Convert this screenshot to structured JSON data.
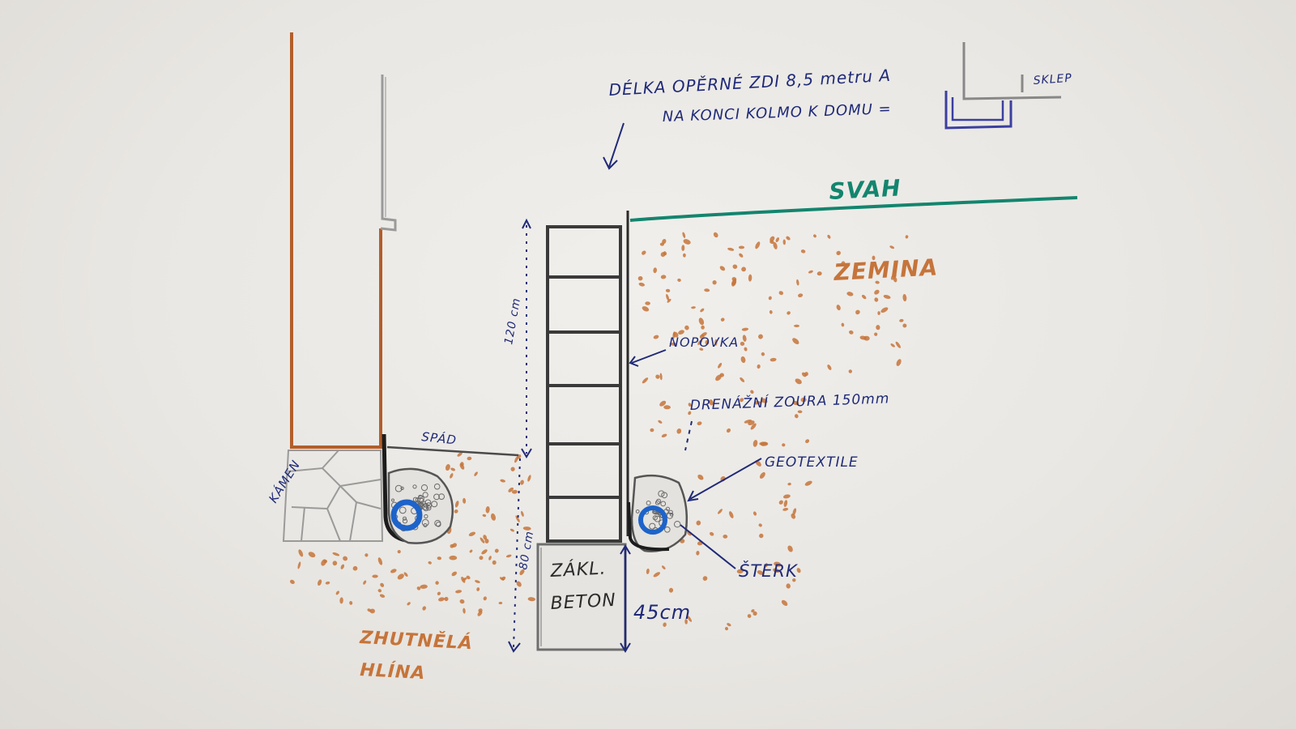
{
  "labels": {
    "note_line1": "DÉLKA OPĚRNÉ ZDI 8,5 metru A",
    "note_line2": "NA KONCI KOLMO K DOMU =",
    "sklep": "SKLEP",
    "svah": "SVAH",
    "zemina": "ZEMINA",
    "nopovka": "NOPOVKA",
    "drain_pipe": "DRENÁŽNÍ ZOURA 150mm",
    "geotextile": "GEOTEXTILE",
    "sterk": "ŠTERK",
    "spad": "SPÁD",
    "kamen": "KÁMEN",
    "dim_120": "120 cm",
    "dim_80": "80 cm",
    "dim_45": "45cm",
    "beton_1": "ZÁKL.",
    "beton_2": "BETON",
    "hlina_1": "ZHUTNĚLÁ",
    "hlina_2": "HLÍNA"
  },
  "colors": {
    "ink_blue": "#1f2a78",
    "brown": "#b35e2a",
    "soil_orange": "#c6743a",
    "teal": "#13856e",
    "graphite": "#3a3a3a",
    "pencil_grey": "#8c8c8c",
    "pipe_blue": "#1d63c9"
  }
}
